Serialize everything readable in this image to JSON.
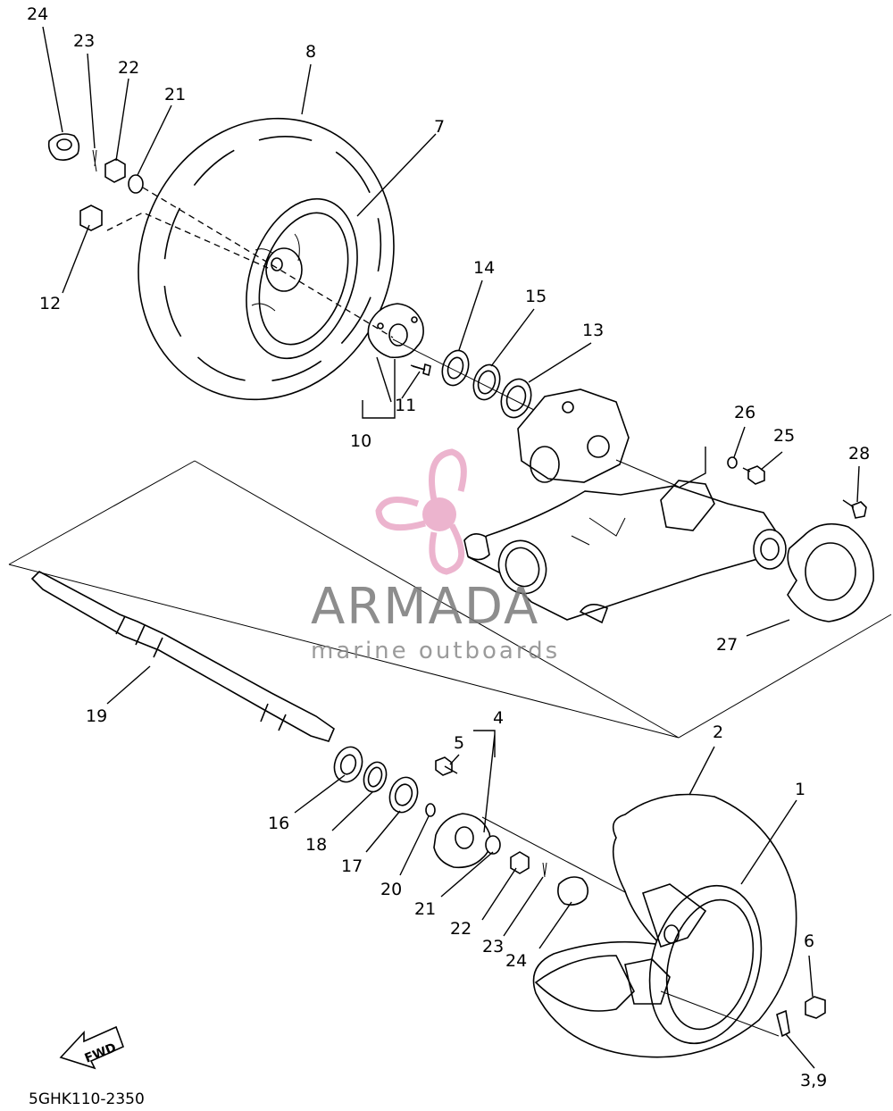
{
  "diagram": {
    "code": "5GHK110-2350",
    "fwd_label": "FWD",
    "watermark": {
      "brand": "ARMADA",
      "tagline": "marine outboards",
      "logo_color": "#e9a7c6"
    },
    "callouts": {
      "c24a": "24",
      "c23a": "23",
      "c22a": "22",
      "c21a": "21",
      "c8": "8",
      "c7": "7",
      "c12": "12",
      "c14": "14",
      "c15": "15",
      "c13": "13",
      "c11": "11",
      "c10": "10",
      "c26": "26",
      "c25": "25",
      "c28": "28",
      "c27": "27",
      "c19": "19",
      "c2": "2",
      "c4": "4",
      "c5": "5",
      "c1": "1",
      "c16": "16",
      "c18": "18",
      "c17": "17",
      "c20": "20",
      "c21b": "21",
      "c22b": "22",
      "c23b": "23",
      "c24b": "24",
      "c6": "6",
      "c39": "3,9"
    }
  }
}
